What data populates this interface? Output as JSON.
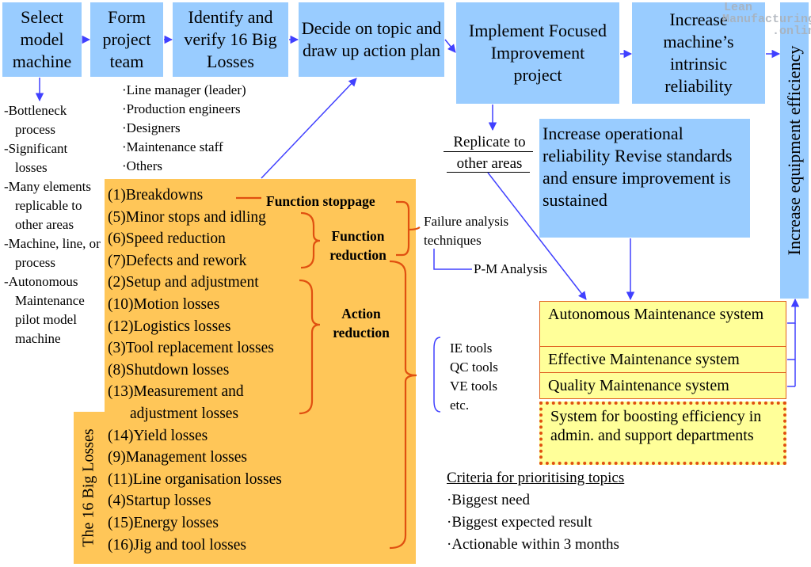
{
  "watermark": {
    "line1": "Lean",
    "line2": "Manufacturing",
    "line3": ".online"
  },
  "steps": {
    "select": "Select model machine",
    "team": "Form project team",
    "identify": "Identify and verify 16 Big Losses",
    "decide": "Decide on topic and draw up action plan",
    "implement": "Implement Focused Improvement project",
    "increase_reliability": "Increase machine’s intrinsic reliability",
    "vertical": "Increase equipment efficiency"
  },
  "select_criteria": [
    "-Bottleneck process",
    "-Significant losses",
    "-Many elements replicable to other areas",
    "-Machine, line, or process",
    "-Autonomous Maintenance pilot model machine"
  ],
  "team_members": [
    "·Line manager (leader)",
    "·Production engineers",
    "·Designers",
    "·Maintenance staff",
    "·Others"
  ],
  "replicate": "Replicate to other areas",
  "operational": "Increase operational reliability Revise standards and ensure improvement is sustained",
  "losses_group1": [
    "(1)Breakdowns",
    "(5)Minor stops and idling",
    "(6)Speed reduction",
    "(7)Defects and rework"
  ],
  "losses_group2": [
    "(2)Setup and adjustment",
    "(10)Motion losses",
    "(12)Logistics losses",
    "(3)Tool replacement losses",
    "(8)Shutdown losses",
    "(13)Measurement and",
    "adjustment losses"
  ],
  "losses_group3": [
    "(14)Yield losses",
    "(9)Management losses",
    "(11)Line organisation losses",
    "(4)Startup losses",
    "(15)Energy losses",
    "(16)Jig and tool losses"
  ],
  "big_losses_label": "The 16 Big Losses",
  "labels": {
    "function_stoppage": "Function stoppage",
    "function_reduction": "Function reduction",
    "action_reduction": "Action reduction",
    "failure_analysis": "Failure analysis techniques",
    "pm_analysis": "P-M Analysis"
  },
  "tools": [
    "IE tools",
    "QC tools",
    "VE tools",
    "etc."
  ],
  "systems": [
    "Autonomous Maintenance system",
    "Effective Maintenance system",
    "Quality Maintenance system"
  ],
  "support_system": "System for boosting efficiency in admin. and support departments",
  "criteria": {
    "title": "Criteria for prioritising topics",
    "items": [
      "·Biggest need",
      "·Biggest expected result",
      "·Actionable within 3 months"
    ]
  },
  "colors": {
    "blue": "#99ccff",
    "orange": "#ffc658",
    "yellow": "#ffff99",
    "red": "#e05010",
    "arrow": "#5050ff"
  }
}
